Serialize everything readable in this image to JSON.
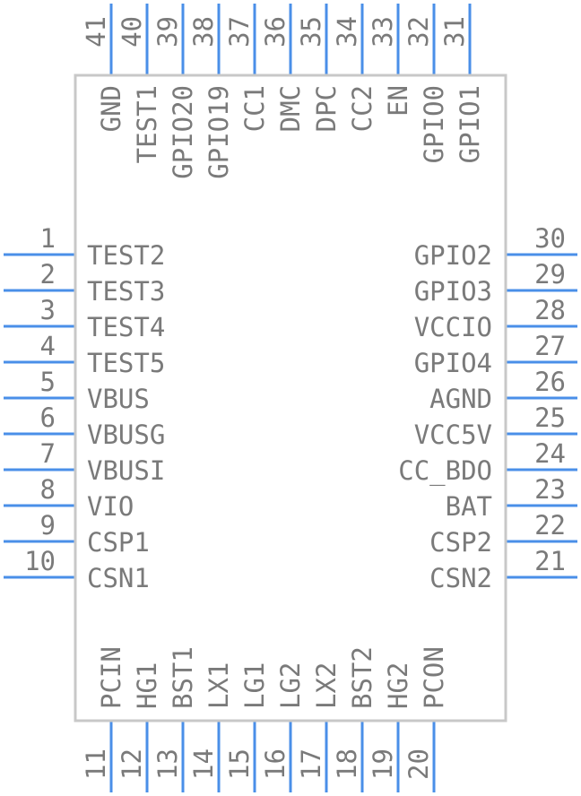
{
  "pins": {
    "left": [
      {
        "num": "1",
        "name": "TEST2"
      },
      {
        "num": "2",
        "name": "TEST3"
      },
      {
        "num": "3",
        "name": "TEST4"
      },
      {
        "num": "4",
        "name": "TEST5"
      },
      {
        "num": "5",
        "name": "VBUS"
      },
      {
        "num": "6",
        "name": "VBUSG"
      },
      {
        "num": "7",
        "name": "VBUSI"
      },
      {
        "num": "8",
        "name": "VIO"
      },
      {
        "num": "9",
        "name": "CSP1"
      },
      {
        "num": "10",
        "name": "CSN1"
      }
    ],
    "bottom": [
      {
        "num": "11",
        "name": "PCIN"
      },
      {
        "num": "12",
        "name": "HG1"
      },
      {
        "num": "13",
        "name": "BST1"
      },
      {
        "num": "14",
        "name": "LX1"
      },
      {
        "num": "15",
        "name": "LG1"
      },
      {
        "num": "16",
        "name": "LG2"
      },
      {
        "num": "17",
        "name": "LX2"
      },
      {
        "num": "18",
        "name": "BST2"
      },
      {
        "num": "19",
        "name": "HG2"
      },
      {
        "num": "20",
        "name": "PCON"
      }
    ],
    "right": [
      {
        "num": "30",
        "name": "GPIO2"
      },
      {
        "num": "29",
        "name": "GPIO3"
      },
      {
        "num": "28",
        "name": "VCCIO"
      },
      {
        "num": "27",
        "name": "GPIO4"
      },
      {
        "num": "26",
        "name": "AGND"
      },
      {
        "num": "25",
        "name": "VCC5V"
      },
      {
        "num": "24",
        "name": "CC_BDO"
      },
      {
        "num": "23",
        "name": "BAT"
      },
      {
        "num": "22",
        "name": "CSP2"
      },
      {
        "num": "21",
        "name": "CSN2"
      }
    ],
    "top": [
      {
        "num": "41",
        "name": "GND"
      },
      {
        "num": "40",
        "name": "TEST1"
      },
      {
        "num": "39",
        "name": "GPIO20"
      },
      {
        "num": "38",
        "name": "GPIO19"
      },
      {
        "num": "37",
        "name": "CC1"
      },
      {
        "num": "36",
        "name": "DMC"
      },
      {
        "num": "35",
        "name": "DPC"
      },
      {
        "num": "34",
        "name": "CC2"
      },
      {
        "num": "33",
        "name": "EN"
      },
      {
        "num": "32",
        "name": "GPIO0"
      },
      {
        "num": "31",
        "name": "GPIO1"
      }
    ]
  },
  "colors": {
    "pin": "#4a8fe8",
    "outline": "#c8c8c8",
    "text": "#7a7a7a"
  }
}
